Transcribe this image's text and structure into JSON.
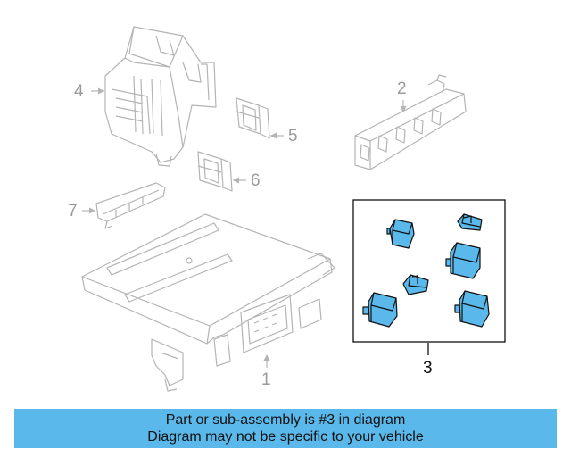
{
  "callouts": {
    "c1": "1",
    "c2": "2",
    "c3": "3",
    "c4": "4",
    "c5": "5",
    "c6": "6",
    "c7": "7"
  },
  "banner": {
    "line1": "Part or sub-assembly is #3 in diagram",
    "line2": "Diagram may not be specific to your vehicle"
  },
  "colors": {
    "ghost_line": "#b4b4b4",
    "highlight_fill": "#5ab8ea",
    "highlight_stroke": "#111111",
    "banner_bg": "#5ab8ea"
  }
}
